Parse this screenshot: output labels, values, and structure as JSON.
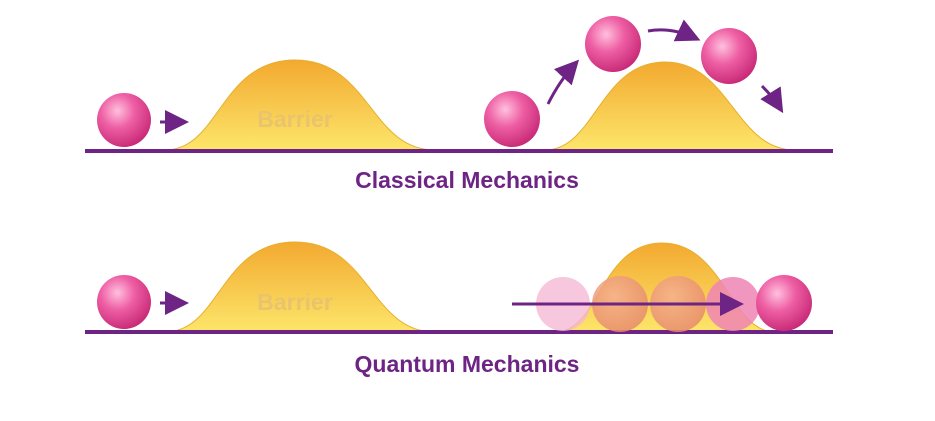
{
  "colors": {
    "ground": "#6e2484",
    "arrow": "#6e2484",
    "caption": "#6e2484",
    "ball_light": "#ffc0de",
    "ball_mid": "#ee5fa4",
    "ball_dark": "#c82977",
    "barrier_top": "#f3a930",
    "barrier_bottom": "#fce66a",
    "barrier_label": "#e9c46c"
  },
  "classical": {
    "caption": "Classical Mechanics",
    "barrier_label": "Barrier"
  },
  "quantum": {
    "caption": "Quantum Mechanics",
    "barrier_label": "Barrier"
  }
}
